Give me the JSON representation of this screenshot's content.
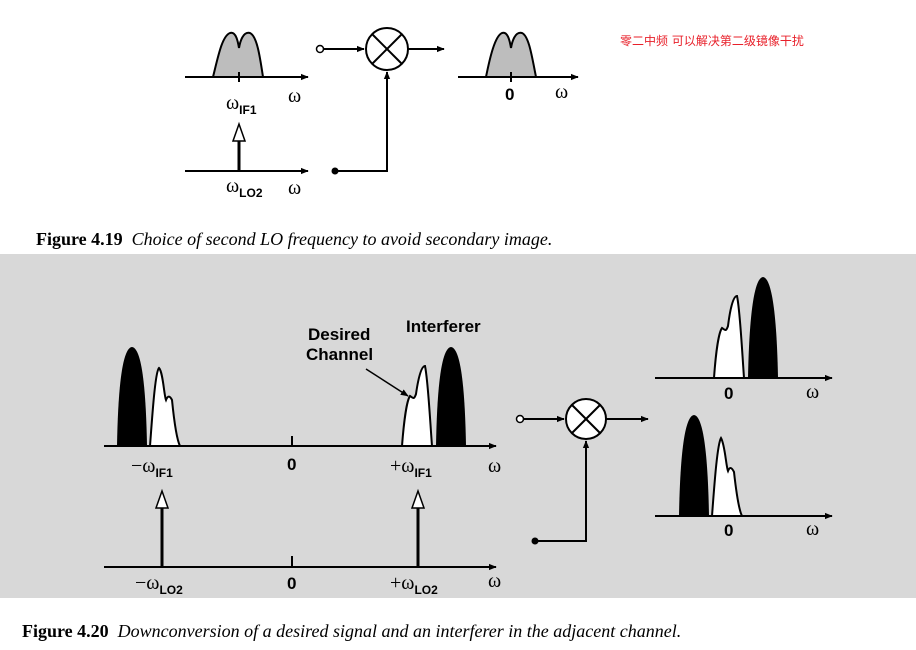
{
  "annotation": "零二中频 可以解决第二级镜像干扰",
  "fig419": {
    "label_wif1": "ω",
    "label_wif1_sub": "IF1",
    "label_w_axis1": "ω",
    "label_wlo2": "ω",
    "label_wlo2_sub": "LO2",
    "label_w_axis2": "ω",
    "label_zero_out": "0",
    "label_w_out": "ω",
    "caption_num": "Figure 4.19",
    "caption_text": "Choice of second LO frequency to avoid secondary image."
  },
  "fig420": {
    "desired_label_1": "Desired",
    "desired_label_2": "Channel",
    "interferer_label": "Interferer",
    "neg_wif1": "−ω",
    "neg_wif1_sub": "IF1",
    "zero_top": "0",
    "pos_wif1": "+ω",
    "pos_wif1_sub": "IF1",
    "w_top": "ω",
    "neg_wlo2": "−ω",
    "neg_wlo2_sub": "LO2",
    "zero_bottom": "0",
    "pos_wlo2": "+ω",
    "pos_wlo2_sub": "LO2",
    "w_bottom": "ω",
    "out1_zero": "0",
    "out1_w": "ω",
    "out2_zero": "0",
    "out2_w": "ω",
    "caption_num": "Figure 4.20",
    "caption_text": "Downconversion of a desired signal and an interferer in the adjacent channel."
  },
  "colors": {
    "annotation": "#e8202a",
    "panel_bg": "#d8d8d8",
    "spectrum_gray": "#bdbdbd"
  }
}
